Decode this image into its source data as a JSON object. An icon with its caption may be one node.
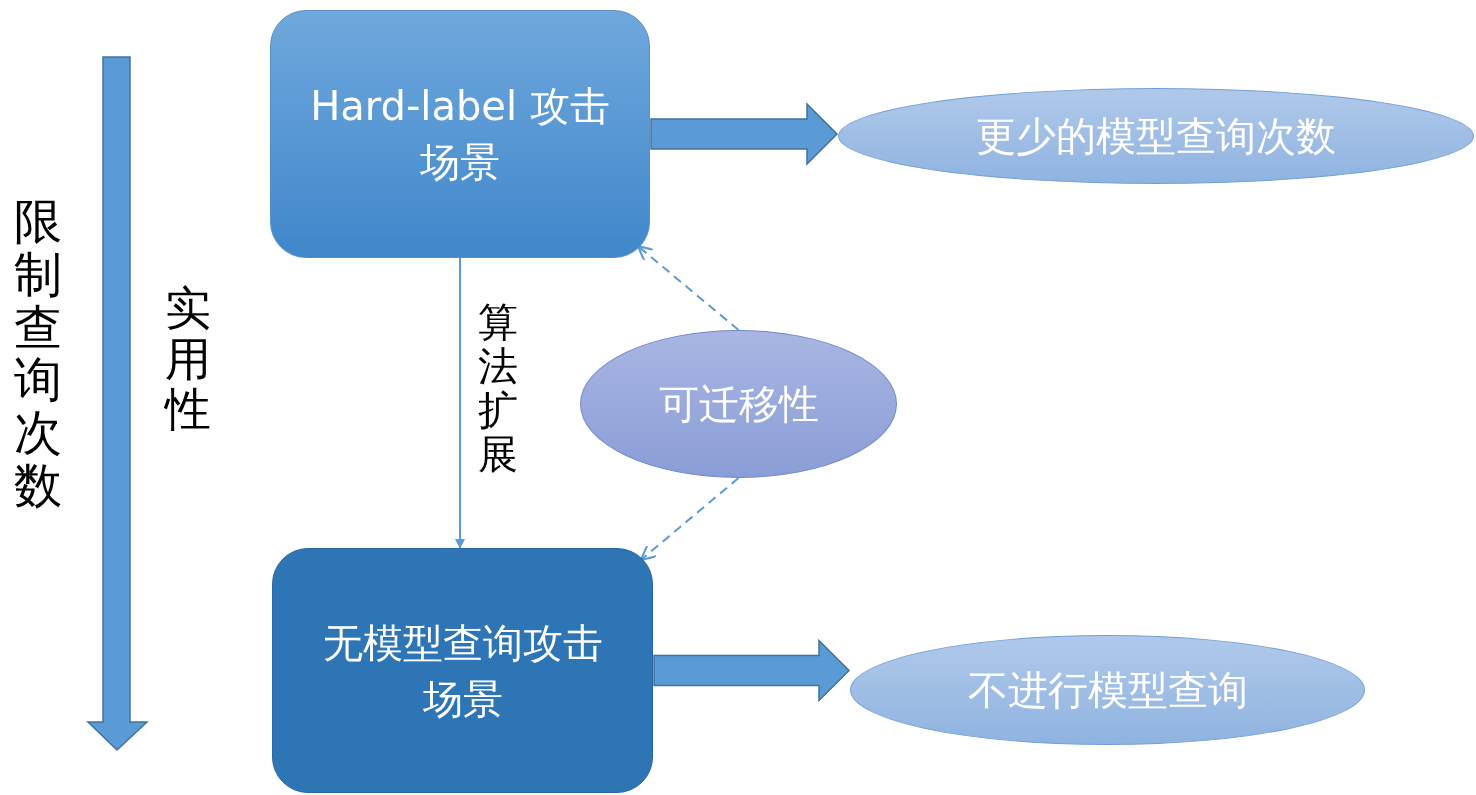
{
  "diagram": {
    "nodes": [
      {
        "text": [
          "Hard-label 攻击场景"
        ]
      },
      {
        "text": [
          "更少的模型查询次数"
        ]
      },
      {
        "text": [
          "可迁移性"
        ]
      },
      {
        "text": [
          "无模型查询攻击场景"
        ]
      },
      {
        "text": [
          "不进行模型查询"
        ]
      }
    ],
    "edges": [
      {
        "from": 0,
        "to": 1,
        "arrow": "to",
        "style": "thick"
      },
      {
        "from": 0,
        "to": 3,
        "arrow": "to",
        "label": "算法扩展"
      },
      {
        "from": 2,
        "to": 0,
        "arrow": "to",
        "style": "dashed"
      },
      {
        "from": 2,
        "to": 3,
        "arrow": "to",
        "style": "dashed"
      },
      {
        "from": 3,
        "to": 4,
        "arrow": "to",
        "style": "thick"
      }
    ],
    "labels": [
      "限制查询次数",
      "实用性"
    ]
  }
}
